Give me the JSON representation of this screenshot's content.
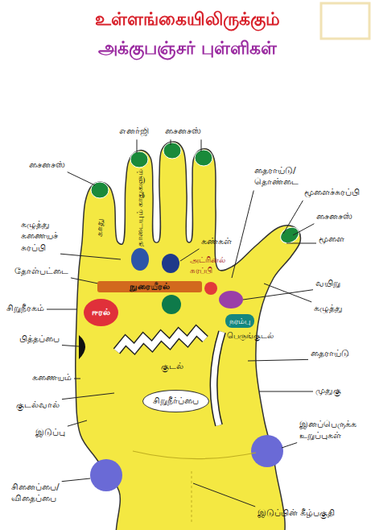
{
  "diagram": {
    "title": "உள்ளங்கையிலிருக்கும் அக்குபஞ்சர் புள்ளிகள்",
    "nodes": [
      {
        "text": [
          "நுரையீரல்"
        ]
      },
      {
        "text": [
          "ஈரல்"
        ]
      },
      {
        "text": [
          "நரம்பு"
        ]
      },
      {
        "text": [
          "சிறுநீர்ப்பை"
        ]
      }
    ],
    "labels": [
      "எனர்ஜி",
      "சைனசஸ்",
      "சைனசஸ்",
      "தைராய்டு/ தொண்டை",
      "மூளைச்சுரப்பி",
      "சைனசஸ்",
      "மூளை",
      "காது",
      "தாடையும் காதுகளும்",
      "கழுத்து கணையச் சுரப்பி",
      "கண்கள்",
      "அட்ரினல் சுரப்பி",
      "தோள்பட்டை",
      "வயிறு",
      "சிறுநீரகம்",
      "கழுத்து",
      "பித்தப்பை",
      "பெருங்குடல்",
      "தைராய்டு",
      "கணையம்",
      "குடல்",
      "முதுகு",
      "குடல்வால்",
      "இடுப்பு",
      "இனப்பெருக்க உறுப்புகள்",
      "சினைப்பை/ விதைப்பை",
      "இடுப்பின் கீழ்பகுதி"
    ]
  }
}
